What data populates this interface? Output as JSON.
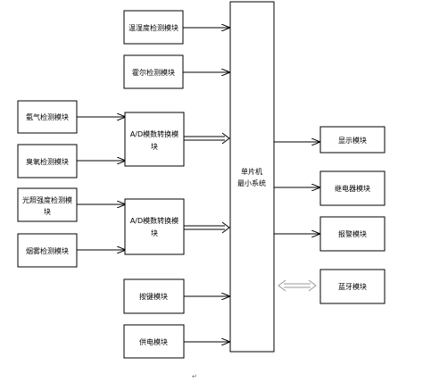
{
  "modules": {
    "temp_humidity": "温湿度检测模块",
    "hall": "霍尔检测模块",
    "ammonia": "氨气检测模块",
    "ozone": "臭氧检测模块",
    "light_1": "光照强度检测模",
    "light_2": "块",
    "smoke": "烟雾检测模块",
    "adc_1_line1": "A/D模数转换模",
    "adc_1_line2": "块",
    "adc_2_line1": "A/D模数转换模",
    "adc_2_line2": "块",
    "keys": "按键模块",
    "power": "供电模块",
    "mcu_line1": "单片机",
    "mcu_line2": "最小系统",
    "display": "显示模块",
    "relay": "继电器模块",
    "alarm": "报警模块",
    "bluetooth": "蓝牙模块"
  },
  "footer_mark": "↵",
  "colors": {
    "stroke": "#000000",
    "bluetooth_arrow": "#999999"
  }
}
